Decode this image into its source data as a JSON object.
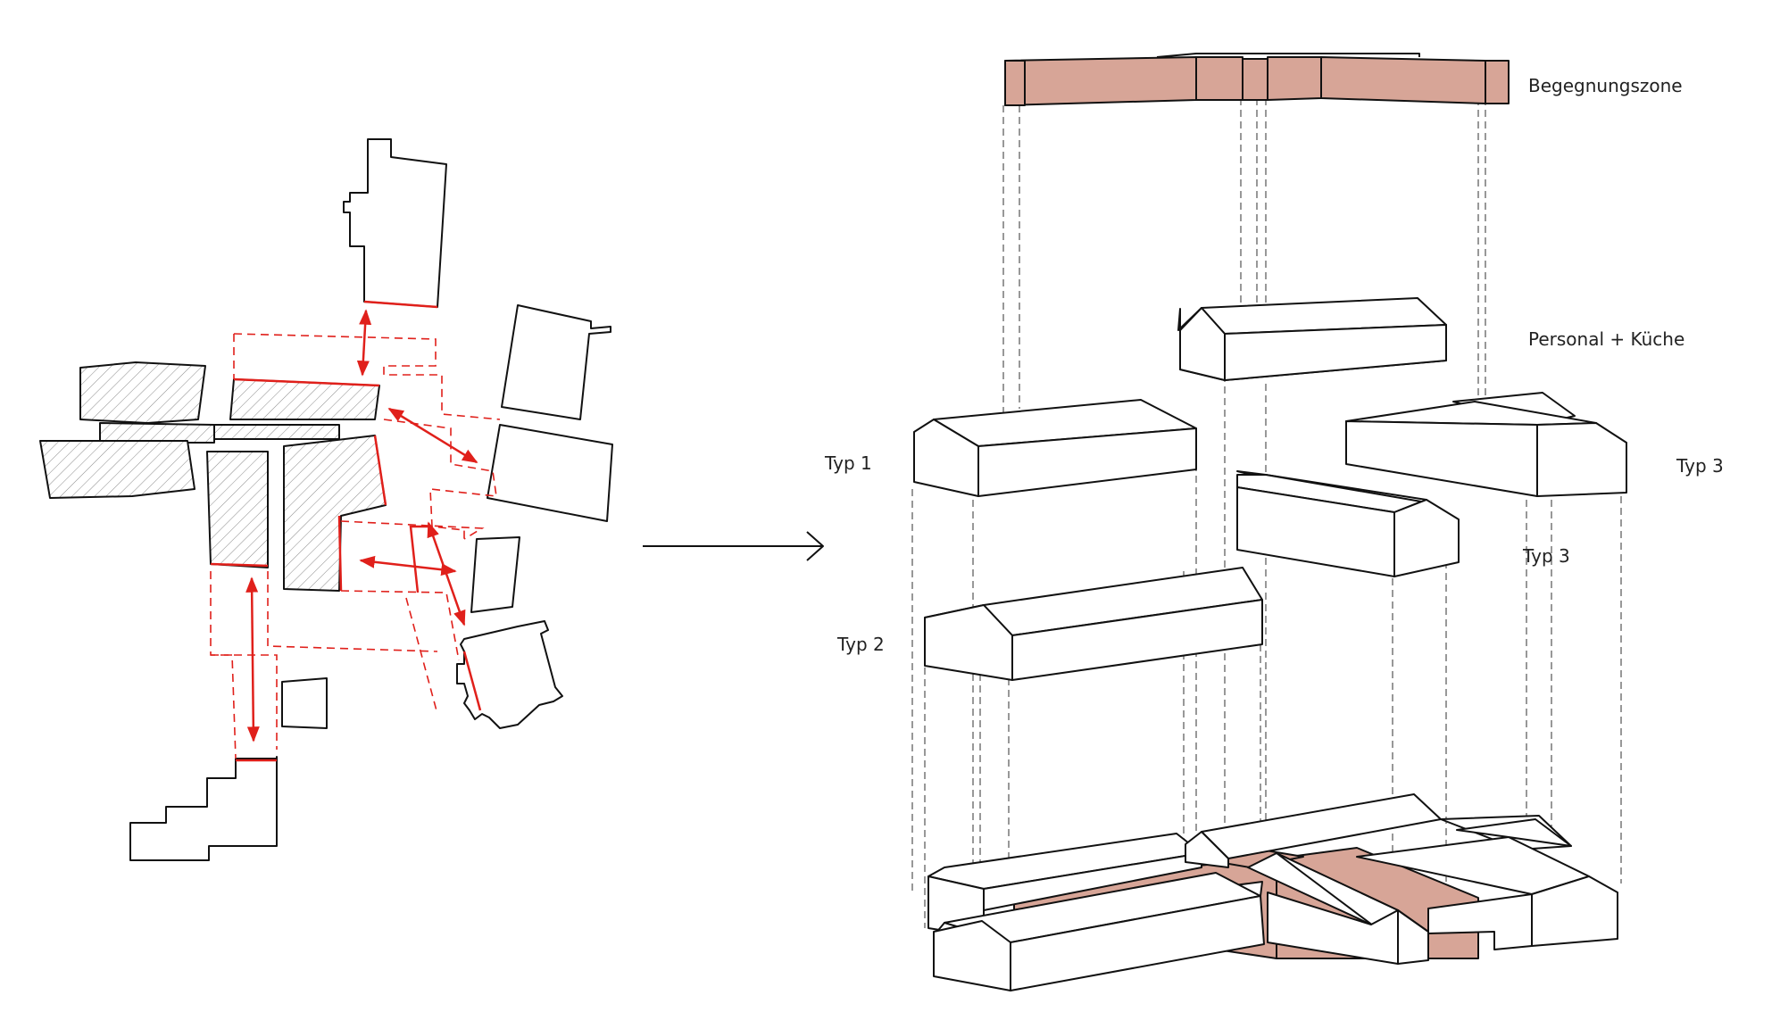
{
  "labels": {
    "begegnungszone": "Begegnungszone",
    "personal_kueche": "Personal + Küche",
    "typ1": "Typ 1",
    "typ2": "Typ 2",
    "typ3_right": "Typ 3",
    "typ3_mid": "Typ 3"
  },
  "colors": {
    "accent_red": "#e0201b",
    "zone_fill": "#d7a597",
    "line": "#111111"
  }
}
